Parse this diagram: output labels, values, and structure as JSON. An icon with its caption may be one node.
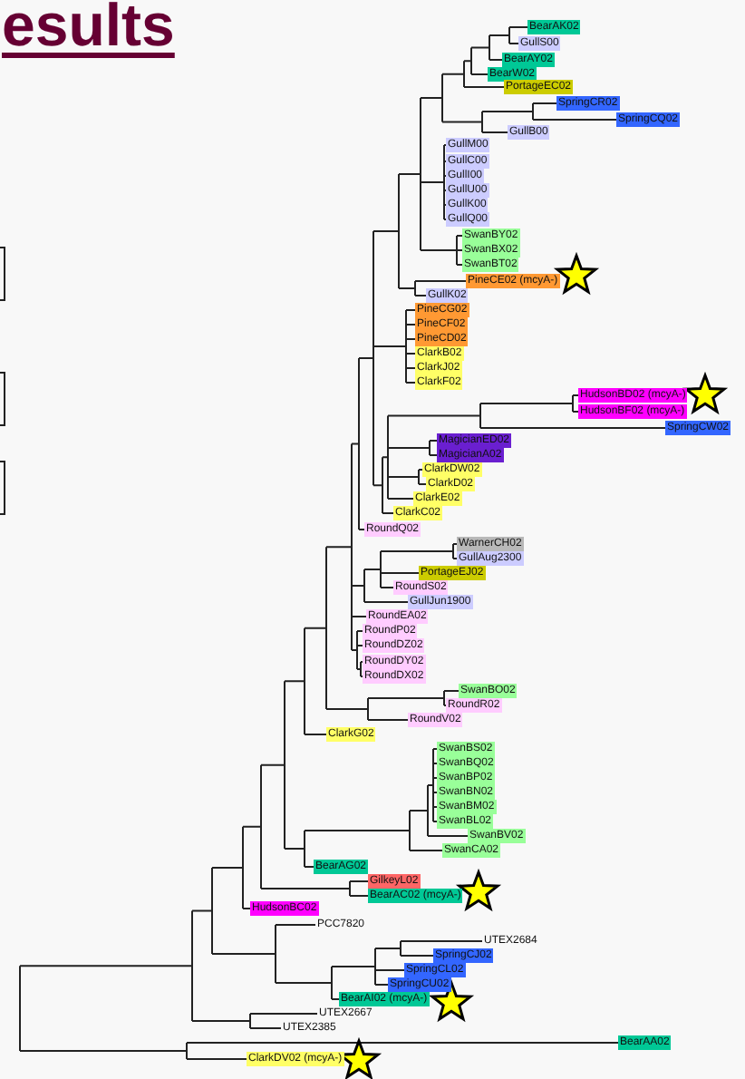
{
  "diagram": {
    "title": "esults",
    "nodes": [
      {
        "text": [
          "BearAK02"
        ]
      },
      {
        "text": [
          "GullS00"
        ]
      },
      {
        "text": [
          "BearAY02"
        ]
      },
      {
        "text": [
          "BearW02"
        ]
      },
      {
        "text": [
          "PortageEC02"
        ]
      },
      {
        "text": [
          "SpringCR02"
        ]
      },
      {
        "text": [
          "SpringCQ02"
        ]
      },
      {
        "text": [
          "GullB00"
        ]
      },
      {
        "text": [
          "GullM00"
        ]
      },
      {
        "text": [
          "GullC00"
        ]
      },
      {
        "text": [
          "GullI00"
        ]
      },
      {
        "text": [
          "GullU00"
        ]
      },
      {
        "text": [
          "GullK00"
        ]
      },
      {
        "text": [
          "GullQ00"
        ]
      },
      {
        "text": [
          "SwanBY02"
        ]
      },
      {
        "text": [
          "SwanBX02"
        ]
      },
      {
        "text": [
          "SwanBT02"
        ]
      },
      {
        "text": [
          "PineCE02 (mcyA-)"
        ]
      },
      {
        "text": [
          "GullK02"
        ]
      },
      {
        "text": [
          "PineCG02"
        ]
      },
      {
        "text": [
          "PineCF02"
        ]
      },
      {
        "text": [
          "PineCD02"
        ]
      },
      {
        "text": [
          "ClarkB02"
        ]
      },
      {
        "text": [
          "ClarkJ02"
        ]
      },
      {
        "text": [
          "ClarkF02"
        ]
      },
      {
        "text": [
          "HudsonBD02 (mcyA-)"
        ]
      },
      {
        "text": [
          "HudsonBF02 (mcyA-)"
        ]
      },
      {
        "text": [
          "SpringCW02"
        ]
      },
      {
        "text": [
          "MagicianED02"
        ]
      },
      {
        "text": [
          "MagicianA02"
        ]
      },
      {
        "text": [
          "ClarkDW02"
        ]
      },
      {
        "text": [
          "ClarkD02"
        ]
      },
      {
        "text": [
          "ClarkE02"
        ]
      },
      {
        "text": [
          "ClarkC02"
        ]
      },
      {
        "text": [
          "RoundQ02"
        ]
      },
      {
        "text": [
          "WarnerCH02"
        ]
      },
      {
        "text": [
          "GullAug2300"
        ]
      },
      {
        "text": [
          "PortageEJ02"
        ]
      },
      {
        "text": [
          "RoundS02"
        ]
      },
      {
        "text": [
          "GullJun1900"
        ]
      },
      {
        "text": [
          "RoundEA02"
        ]
      },
      {
        "text": [
          "RoundP02"
        ]
      },
      {
        "text": [
          "RoundDZ02"
        ]
      },
      {
        "text": [
          "RoundDY02"
        ]
      },
      {
        "text": [
          "RoundDX02"
        ]
      },
      {
        "text": [
          "SwanBO02"
        ]
      },
      {
        "text": [
          "RoundR02"
        ]
      },
      {
        "text": [
          "RoundV02"
        ]
      },
      {
        "text": [
          "ClarkG02"
        ]
      },
      {
        "text": [
          "SwanBS02"
        ]
      },
      {
        "text": [
          "SwanBQ02"
        ]
      },
      {
        "text": [
          "SwanBP02"
        ]
      },
      {
        "text": [
          "SwanBN02"
        ]
      },
      {
        "text": [
          "SwanBM02"
        ]
      },
      {
        "text": [
          "SwanBL02"
        ]
      },
      {
        "text": [
          "SwanBV02"
        ]
      },
      {
        "text": [
          "SwanCA02"
        ]
      },
      {
        "text": [
          "BearAG02"
        ]
      },
      {
        "text": [
          "GilkeyL02"
        ]
      },
      {
        "text": [
          "BearAC02 (mcyA-)"
        ]
      },
      {
        "text": [
          "HudsonBC02"
        ]
      },
      {
        "text": [
          "PCC7820"
        ]
      },
      {
        "text": [
          "UTEX2684"
        ]
      },
      {
        "text": [
          "SpringCJ02"
        ]
      },
      {
        "text": [
          "SpringCL02"
        ]
      },
      {
        "text": [
          "SpringCU02"
        ]
      },
      {
        "text": [
          "BearAI02 (mcyA-)"
        ]
      },
      {
        "text": [
          "UTEX2667"
        ]
      },
      {
        "text": [
          "UTEX2385"
        ]
      },
      {
        "text": [
          "BearAA02"
        ]
      },
      {
        "text": [
          "ClarkDV02 (mcyA-)"
        ]
      }
    ]
  }
}
